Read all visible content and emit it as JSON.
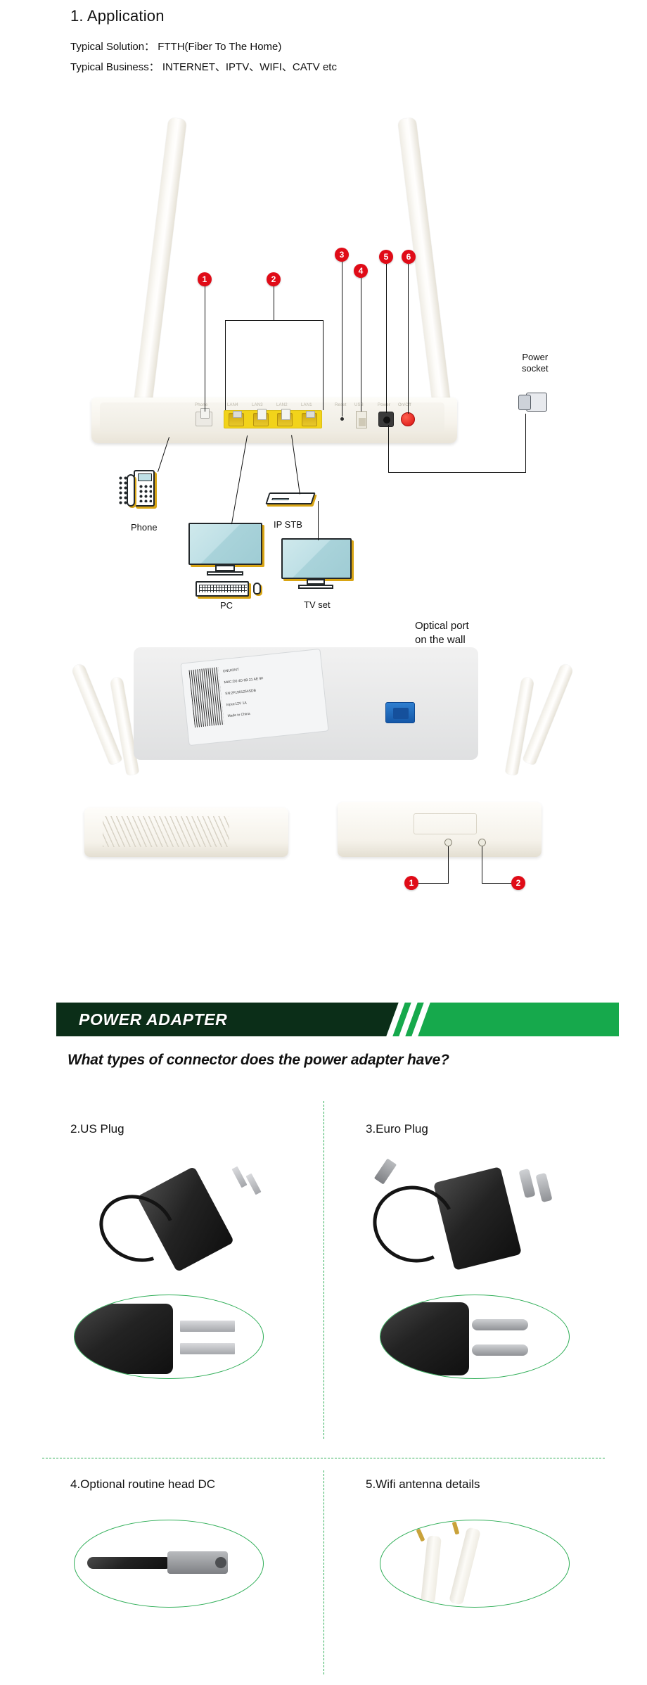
{
  "application": {
    "title": "1. Application",
    "solution_label": "Typical Solution：",
    "solution_value": "FTTH(Fiber To The Home)",
    "business_label": "Typical Business：",
    "business_value": "INTERNET、IPTV、WIFI、CATV etc",
    "solution_line": "Typical Solution： FTTH(Fiber To The Home)",
    "business_line": "Typical Business： INTERNET、IPTV、WIFI、CATV etc"
  },
  "router": {
    "callouts": [
      "1",
      "2",
      "3",
      "4",
      "5",
      "6"
    ],
    "port_labels": [
      "Phone",
      "LAN4",
      "LAN3",
      "LAN2",
      "LAN1",
      "Reset",
      "USB",
      "Power",
      "On/Off"
    ],
    "power_socket_label": "Power\nsocket",
    "power_socket_line1": "Power",
    "power_socket_line2": "socket",
    "devices": {
      "phone": "Phone",
      "pc": "PC",
      "ip_stb": "IP STB",
      "tv_set": "TV set"
    }
  },
  "optical": {
    "title_line1": "Optical port",
    "title_line2": "on the wall",
    "bottom_callouts": [
      "1",
      "2"
    ],
    "label_sticker": {
      "line1": "ONU/ONT",
      "line2": "MAC:D0 4D 6B 21 AE 9F",
      "line3": "SN:2F1901254SDB",
      "line4": "Input:12V 1A",
      "line5": "Made in China"
    }
  },
  "adapter": {
    "banner_title": "POWER ADAPTER",
    "question": "What types of connector does the power adapter have?",
    "items": [
      {
        "id": "2",
        "label": "2.US Plug"
      },
      {
        "id": "3",
        "label": "3.Euro Plug"
      },
      {
        "id": "4",
        "label": "4.Optional routine head DC"
      },
      {
        "id": "5",
        "label": "5.Wifi antenna details"
      }
    ]
  },
  "colors": {
    "accent_red": "#e00b17",
    "banner_green": "#16a94c",
    "banner_dark": "#0b2e18",
    "divider_green": "#2fae57",
    "port_yellow": "#f2d31a",
    "screen_blue": "#bfe0e6",
    "optical_blue": "#1558a8"
  }
}
